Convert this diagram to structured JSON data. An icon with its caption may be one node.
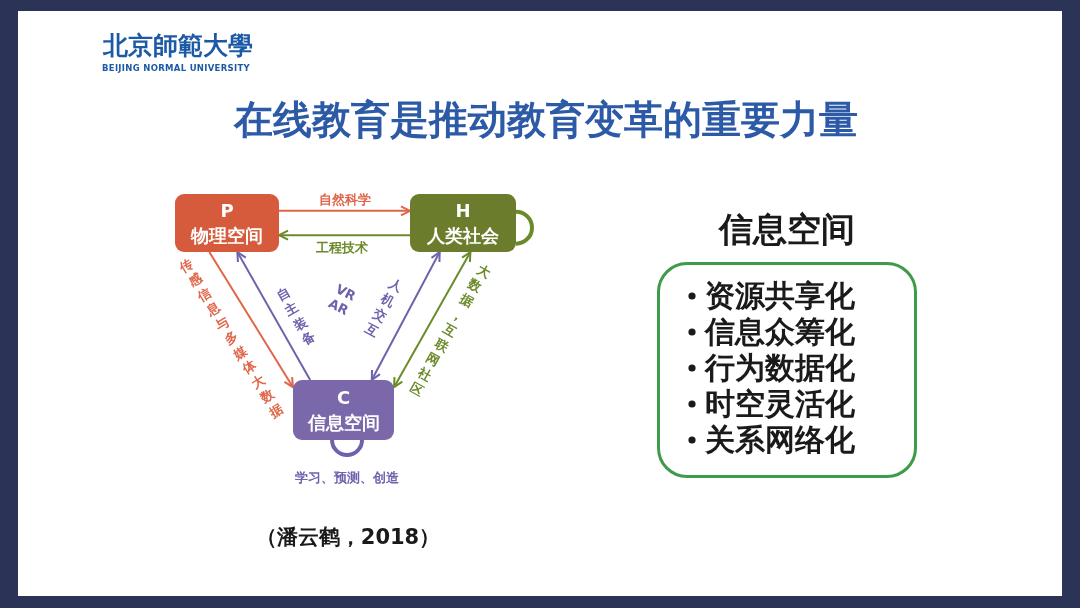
{
  "diagram": {
    "title": "在线教育是推动教育变革的重要力量",
    "caption": "（潘云鹤，2018）",
    "nodes": [
      {
        "text": [
          "P",
          "物理空间"
        ]
      },
      {
        "text": [
          "H",
          "人类社会"
        ]
      },
      {
        "text": [
          "C",
          "信息空间"
        ]
      },
      {
        "text": [
          "信息空间",
          "资源共享化",
          "信息众筹化",
          "行为数据化",
          "时空灵活化",
          "关系网络化"
        ]
      }
    ],
    "edges": [
      {
        "from": 0,
        "to": 1,
        "arrow": "to",
        "label": "自然科学",
        "color": "#e0664a"
      },
      {
        "from": 1,
        "to": 0,
        "arrow": "to",
        "label": "工程技术",
        "color": "#6b8a2a"
      },
      {
        "from": 0,
        "to": 2,
        "arrow": "to",
        "label": "传感信息与多媒体大数据",
        "color": "#e0664a"
      },
      {
        "from": 2,
        "to": 0,
        "arrow": "to",
        "label": "自主装备",
        "color": "#6c63ad"
      },
      {
        "from": 2,
        "to": 1,
        "arrow": "both",
        "label": "人机交互",
        "color": "#6c63ad"
      },
      {
        "from": 1,
        "to": 2,
        "arrow": "both",
        "label": "大数据，互联网社区",
        "color": "#6b8a2a"
      },
      {
        "from": 1,
        "to": 1,
        "arrow": "none",
        "style": "thick",
        "color": "#6b8a2a"
      },
      {
        "from": 2,
        "to": 2,
        "arrow": "none",
        "style": "thick",
        "label": "学习、预测、创造",
        "color": "#6c63ad"
      }
    ],
    "labels": [
      "北京師範大學",
      "BEIJING NORMAL UNIVERSITY",
      "VR AR"
    ]
  }
}
